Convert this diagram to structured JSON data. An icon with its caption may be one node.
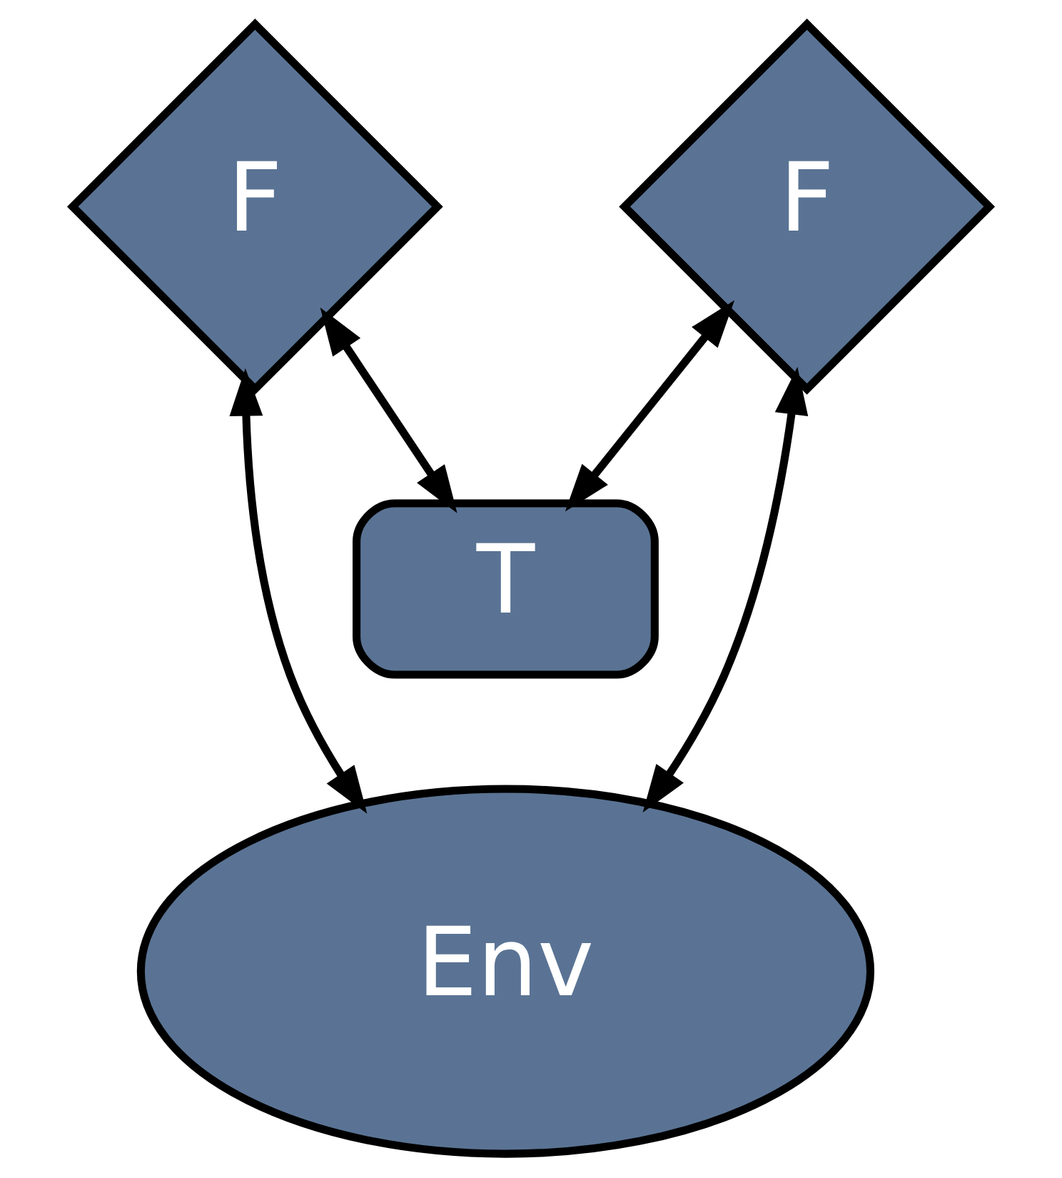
{
  "diagram": {
    "nodes": [
      {
        "text": [
          "F"
        ]
      },
      {
        "text": [
          "F"
        ]
      },
      {
        "text": [
          "T"
        ]
      },
      {
        "text": [
          "Env"
        ]
      }
    ],
    "edges": [
      {
        "from": 0,
        "to": 2,
        "arrow": "both"
      },
      {
        "from": 1,
        "to": 2,
        "arrow": "both"
      },
      {
        "from": 0,
        "to": 3,
        "arrow": "both"
      },
      {
        "from": 1,
        "to": 3,
        "arrow": "both"
      }
    ]
  }
}
